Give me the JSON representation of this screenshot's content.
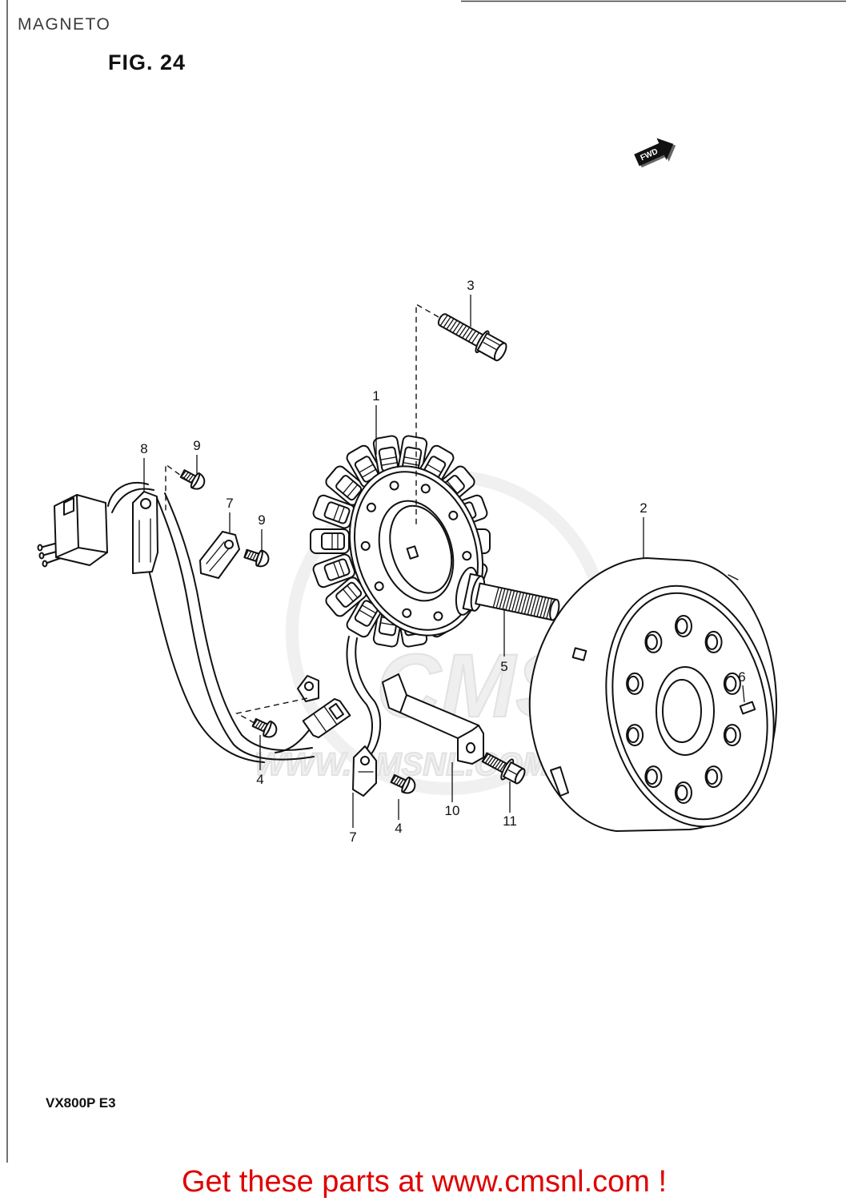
{
  "header": {
    "title": "MAGNETO",
    "figure": "FIG. 24"
  },
  "fwd_arrow": "FWD",
  "callouts": [
    "3",
    "1",
    "8",
    "9",
    "7",
    "9",
    "2",
    "5",
    "6",
    "4",
    "7",
    "4",
    "10",
    "11"
  ],
  "model": "VX800P E3",
  "footer": {
    "cta": "Get these parts at www.cmsnl.com !",
    "color": "#e00000"
  },
  "watermark": {
    "logo": "CMS",
    "url": "WWW.CMSNL.COM"
  }
}
